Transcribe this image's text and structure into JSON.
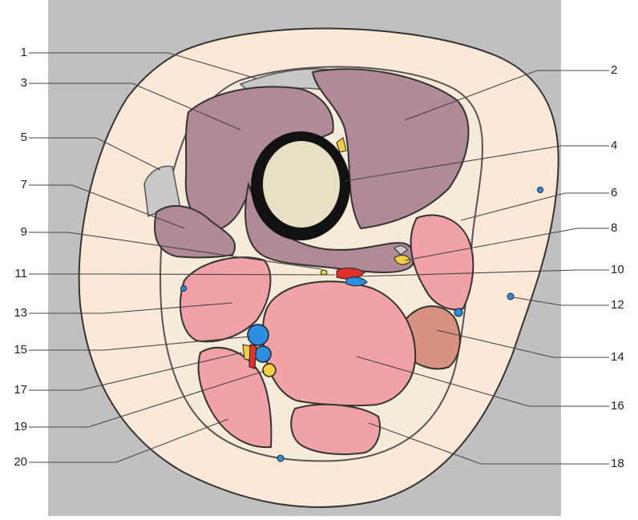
{
  "figure": {
    "labels_left": [
      "1",
      "3",
      "5",
      "7",
      "9",
      "11",
      "13",
      "15",
      "17",
      "19",
      "20"
    ],
    "labels_right": [
      "2",
      "4",
      "6",
      "8",
      "10",
      "12",
      "14",
      "16",
      "18"
    ]
  },
  "colors": {
    "background": "#c0c0c0",
    "skin": "#fbe8d6",
    "fascia": "#c8c8c8",
    "quadriceps": "#b18a98",
    "muscle": "#f0a2a6",
    "muscle_dark": "#e08f97",
    "gracilis": "#d9927f",
    "bone_cortex": "#111111",
    "marrow": "#e8e0c4",
    "artery": "#e0312b",
    "vein": "#2a8fe0",
    "nerve": "#f4d03f"
  }
}
